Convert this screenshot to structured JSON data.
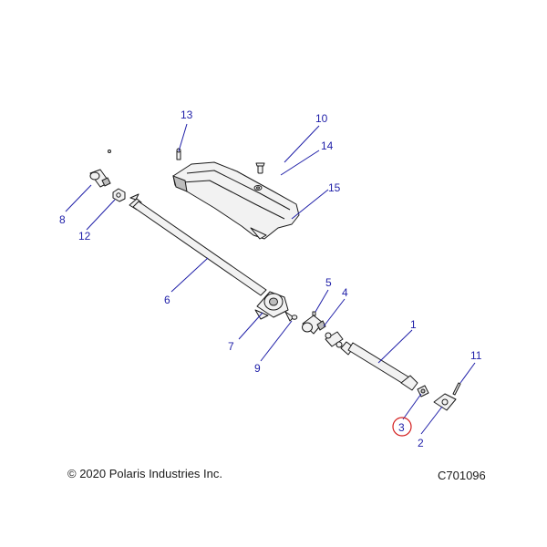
{
  "colors": {
    "callout": "#1f1fa8",
    "highlight_ring": "#d42020",
    "line_art": "#1a1a1a"
  },
  "callouts": [
    {
      "label": "1"
    },
    {
      "label": "2"
    },
    {
      "label": "3",
      "highlighted": true
    },
    {
      "label": "4"
    },
    {
      "label": "5"
    },
    {
      "label": "6"
    },
    {
      "label": "7"
    },
    {
      "label": "8"
    },
    {
      "label": "9"
    },
    {
      "label": "10"
    },
    {
      "label": "11"
    },
    {
      "label": "12"
    },
    {
      "label": "13"
    },
    {
      "label": "14"
    },
    {
      "label": "15"
    }
  ],
  "footer": {
    "copyright": "© 2020 Polaris Industries Inc.",
    "figure_code": "C701096"
  }
}
